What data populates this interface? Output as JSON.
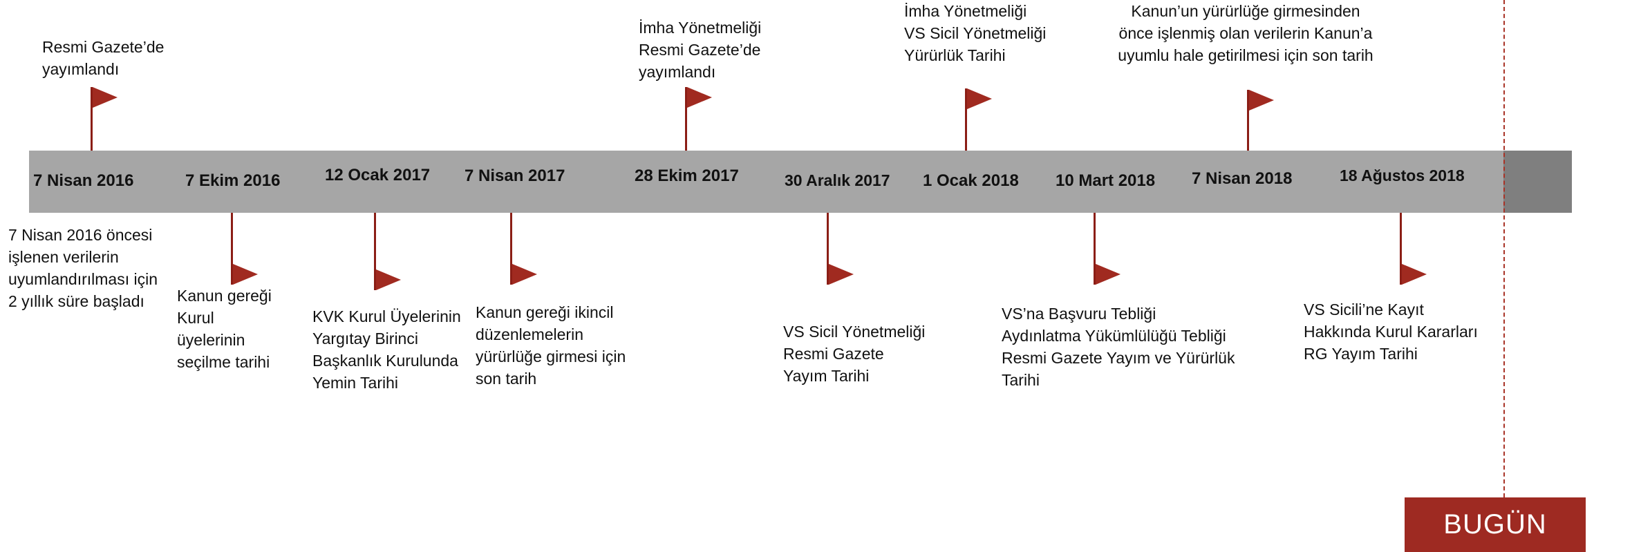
{
  "today_label": "BUGÜN",
  "colors": {
    "timeline_bar": "#a6a6a6",
    "timeline_bar_end": "#7f7f7f",
    "flag": "#a02a20",
    "today_box": "#9e2a22"
  },
  "events": [
    {
      "date": "7  Nisan 2016",
      "flag_side": "above",
      "note": [
        "Resmi Gazete’de",
        "yayımlandı"
      ]
    },
    {
      "date": "7  Nisan 2016",
      "flag_side": "none",
      "note": [
        "7 Nisan 2016 öncesi",
        "işlenen verilerin",
        "uyumlandırılması için",
        "2 yıllık süre başladı"
      ]
    },
    {
      "date": "7 Ekim 2016",
      "flag_side": "below",
      "note": [
        "Kanun gereği",
        "Kurul",
        "üyelerinin",
        "seçilme tarihi"
      ]
    },
    {
      "date": "12 Ocak 2017",
      "flag_side": "below",
      "note": [
        "KVK Kurul Üyelerinin",
        "Yargıtay Birinci",
        "Başkanlık Kurulunda",
        "Yemin Tarihi"
      ]
    },
    {
      "date": "7 Nisan 2017",
      "flag_side": "below",
      "note": [
        "Kanun gereği ikincil",
        "düzenlemelerin",
        "yürürlüğe girmesi için",
        "son tarih"
      ]
    },
    {
      "date": "28 Ekim 2017",
      "flag_side": "above",
      "note": [
        "İmha Yönetmeliği",
        "Resmi Gazete’de",
        "yayımlandı"
      ]
    },
    {
      "date": "30 Aralık 2017",
      "flag_side": "below",
      "note": [
        "VS Sicil Yönetmeliği",
        "Resmi Gazete",
        "Yayım Tarihi"
      ]
    },
    {
      "date": "1 Ocak 2018",
      "flag_side": "above",
      "note": [
        "İmha Yönetmeliği",
        "VS Sicil Yönetmeliği",
        "Yürürlük Tarihi"
      ]
    },
    {
      "date": "10 Mart 2018",
      "flag_side": "below",
      "note": [
        "VS’na Başvuru Tebliği",
        "Aydınlatma Yükümlülüğü Tebliği",
        "Resmi Gazete Yayım ve Yürürlük",
        "Tarihi"
      ]
    },
    {
      "date": "7 Nisan 2018",
      "flag_side": "above",
      "note": [
        "Kanun’un yürürlüğe girmesinden",
        "önce işlenmiş olan verilerin Kanun’a",
        "uyumlu hale getirilmesi için son tarih"
      ]
    },
    {
      "date": "18 Ağustos 2018",
      "flag_side": "below",
      "note": [
        "VS Sicili’ne Kayıt",
        "Hakkında Kurul Kararları",
        "RG Yayım Tarihi"
      ]
    }
  ]
}
